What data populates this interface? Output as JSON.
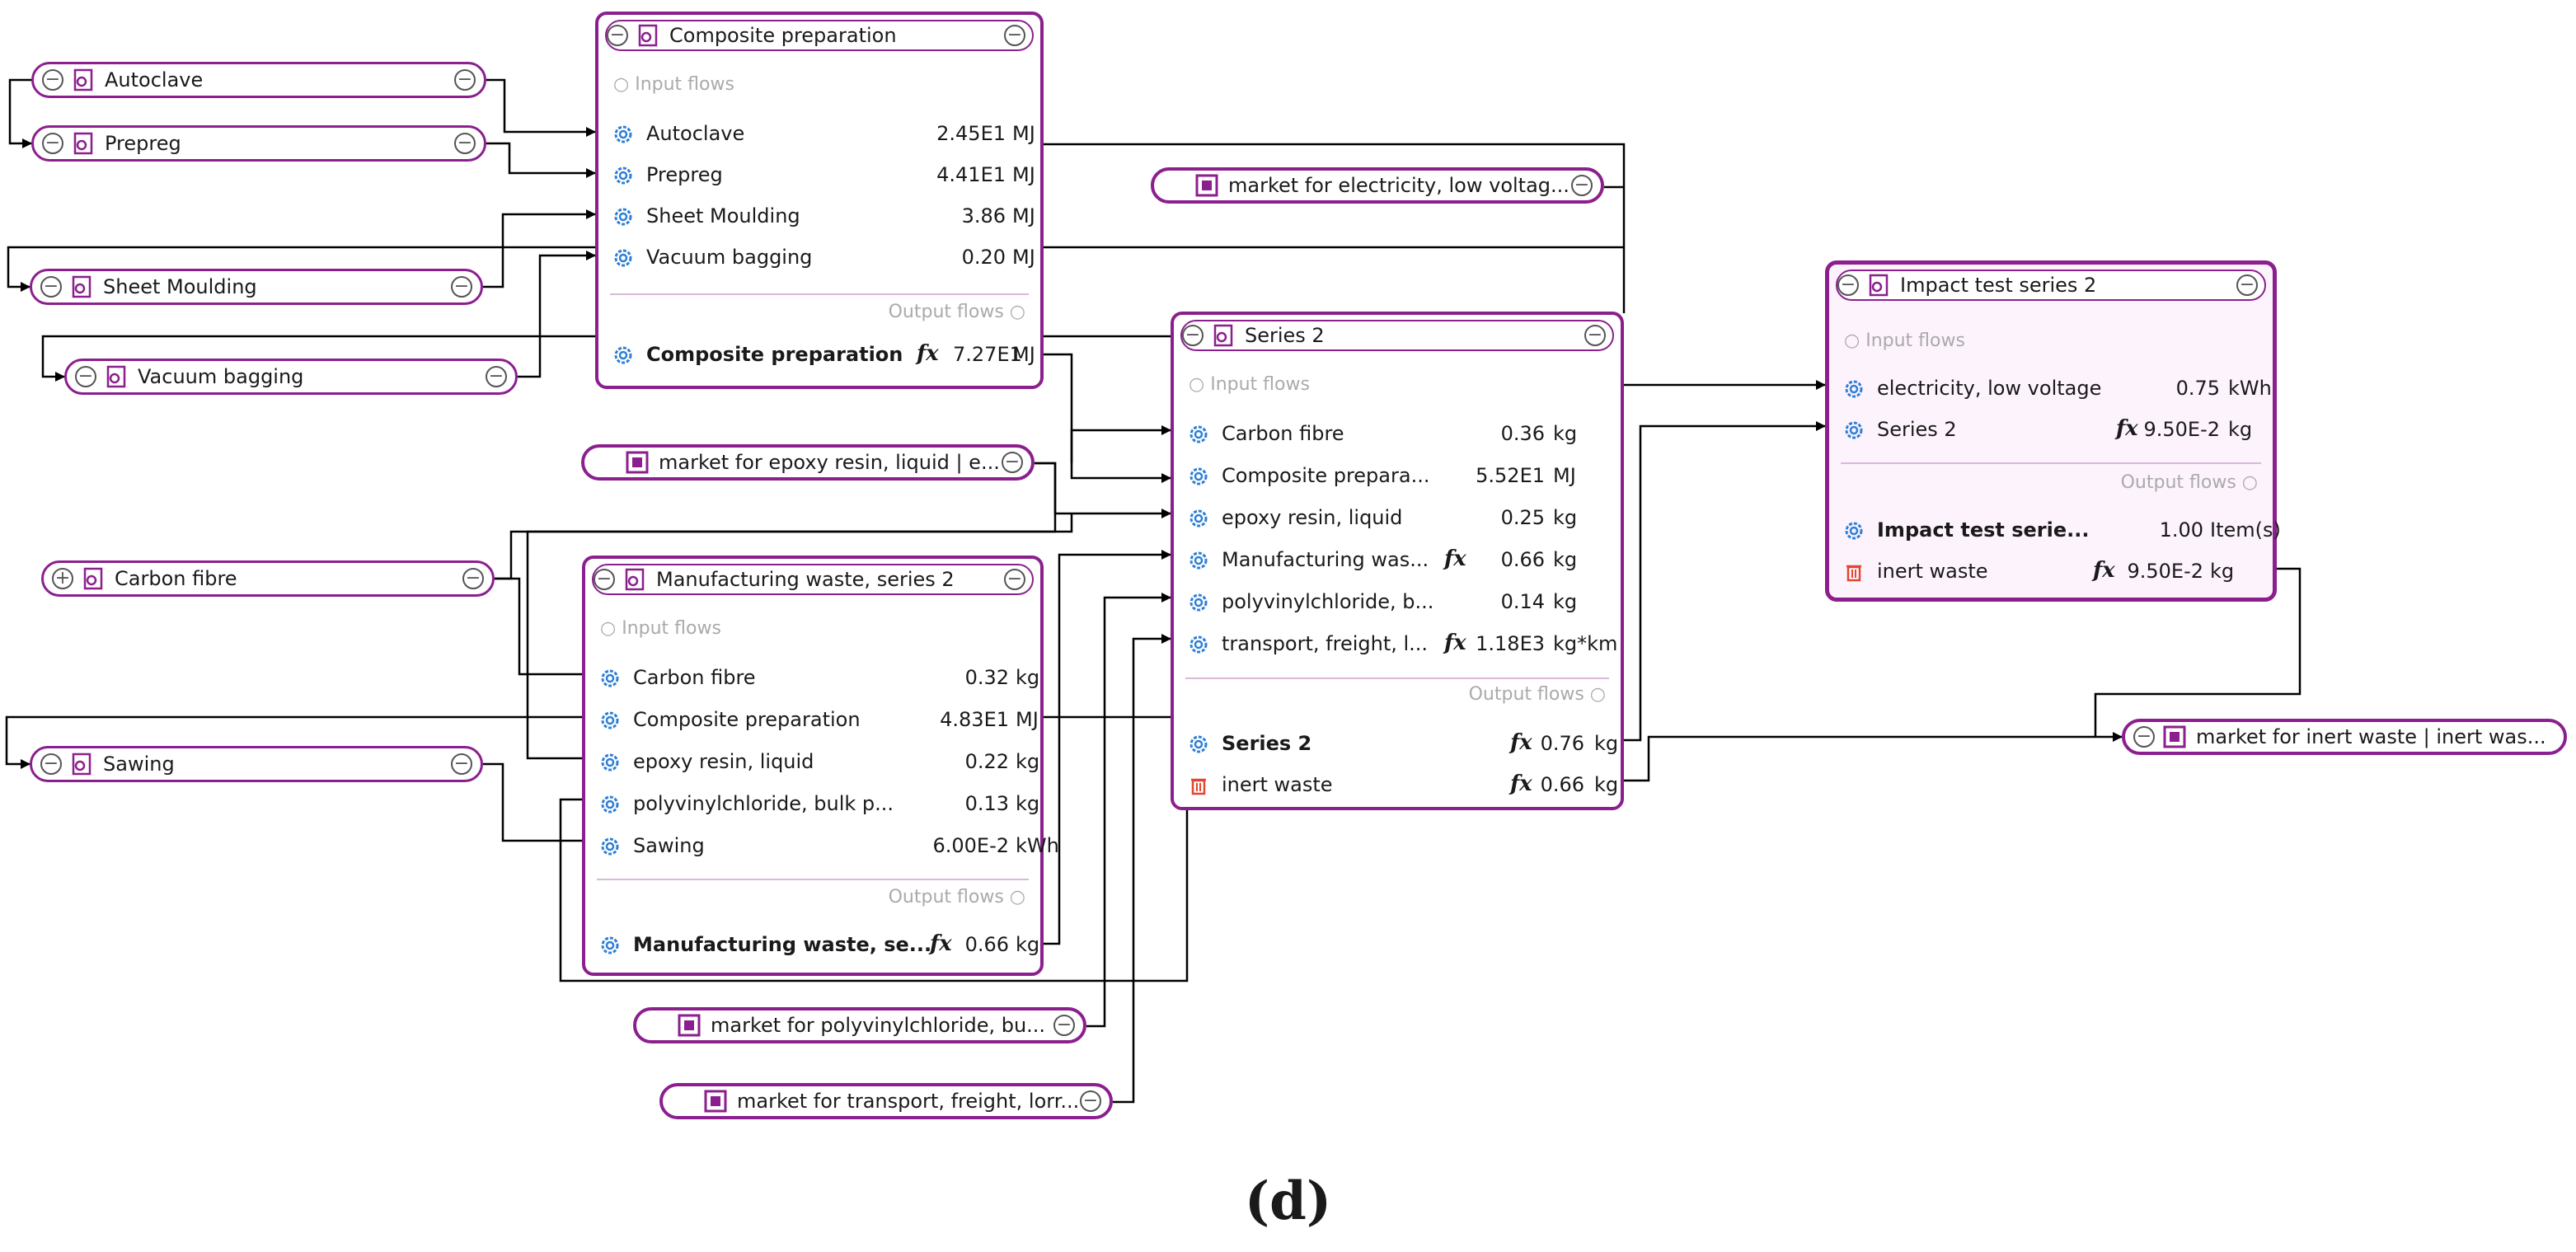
{
  "caption": "(d)",
  "colors": {
    "accent": "#8b1f8e",
    "icon_blue": "#2e7fd6",
    "waste_red": "#e2462f",
    "wire": "#000000"
  },
  "pills": {
    "autoclave": "Autoclave",
    "prepreg": "Prepreg",
    "sheet_moulding": "Sheet Moulding",
    "vacuum_bagging": "Vacuum bagging",
    "carbon_fibre": "Carbon fibre",
    "sawing": "Sawing",
    "electricity": "market for electricity, low voltag...",
    "epoxy": "market for epoxy resin, liquid | e...",
    "pvc": "market for polyvinylchloride, bu...",
    "transport": "market for transport, freight, lorr...",
    "inert_waste": "market for inert waste | inert was..."
  },
  "composite": {
    "title": "Composite preparation",
    "input_label": "Input flows",
    "output_label": "Output flows",
    "inputs": [
      {
        "name": "Autoclave",
        "value": "2.45E1",
        "unit": "MJ"
      },
      {
        "name": "Prepreg",
        "value": "4.41E1",
        "unit": "MJ"
      },
      {
        "name": "Sheet Moulding",
        "value": "3.86",
        "unit": "MJ"
      },
      {
        "name": "Vacuum bagging",
        "value": "0.20",
        "unit": "MJ"
      }
    ],
    "output": {
      "name": "Composite preparation",
      "fx": "fx",
      "value": "7.27E1",
      "unit": "MJ"
    }
  },
  "waste": {
    "title": "Manufacturing waste, series 2",
    "input_label": "Input flows",
    "output_label": "Output flows",
    "inputs": [
      {
        "name": "Carbon fibre",
        "value": "0.32",
        "unit": "kg"
      },
      {
        "name": "Composite preparation",
        "value": "4.83E1",
        "unit": "MJ"
      },
      {
        "name": "epoxy resin, liquid",
        "value": "0.22",
        "unit": "kg"
      },
      {
        "name": "polyvinylchloride, bulk p...",
        "value": "0.13",
        "unit": "kg"
      },
      {
        "name": "Sawing",
        "value": "6.00E-2",
        "unit": "kWh"
      }
    ],
    "output": {
      "name": "Manufacturing waste, se...",
      "fx": "fx",
      "value": "0.66",
      "unit": "kg"
    }
  },
  "series": {
    "title": "Series 2",
    "input_label": "Input flows",
    "output_label": "Output flows",
    "inputs": [
      {
        "name": "Carbon fibre",
        "fx": "",
        "value": "0.36",
        "unit": "kg"
      },
      {
        "name": "Composite prepara...",
        "fx": "",
        "value": "5.52E1",
        "unit": "MJ"
      },
      {
        "name": "epoxy resin, liquid",
        "fx": "",
        "value": "0.25",
        "unit": "kg"
      },
      {
        "name": "Manufacturing was...",
        "fx": "fx",
        "value": "0.66",
        "unit": "kg"
      },
      {
        "name": "polyvinylchloride, b...",
        "fx": "",
        "value": "0.14",
        "unit": "kg"
      },
      {
        "name": "transport, freight, l...",
        "fx": "fx",
        "value": "1.18E3",
        "unit": "kg*km"
      }
    ],
    "outputs": [
      {
        "name": "Series 2",
        "fx": "fx",
        "value": "0.76",
        "unit": "kg"
      },
      {
        "name": "inert waste",
        "fx": "fx",
        "value": "0.66",
        "unit": "kg"
      }
    ]
  },
  "impact": {
    "title": "Impact test series 2",
    "input_label": "Input flows",
    "output_label": "Output flows",
    "inputs": [
      {
        "name": "electricity, low voltage",
        "fx": "",
        "value": "0.75",
        "unit": "kWh"
      },
      {
        "name": "Series 2",
        "fx": "fx",
        "value": "9.50E-2",
        "unit": "kg"
      }
    ],
    "outputs": [
      {
        "name": "Impact test serie...",
        "fx": "",
        "value": "1.00",
        "unit": "Item(s)"
      },
      {
        "name": "inert waste",
        "fx": "fx",
        "value": "9.50E-2",
        "unit": "kg"
      }
    ]
  }
}
